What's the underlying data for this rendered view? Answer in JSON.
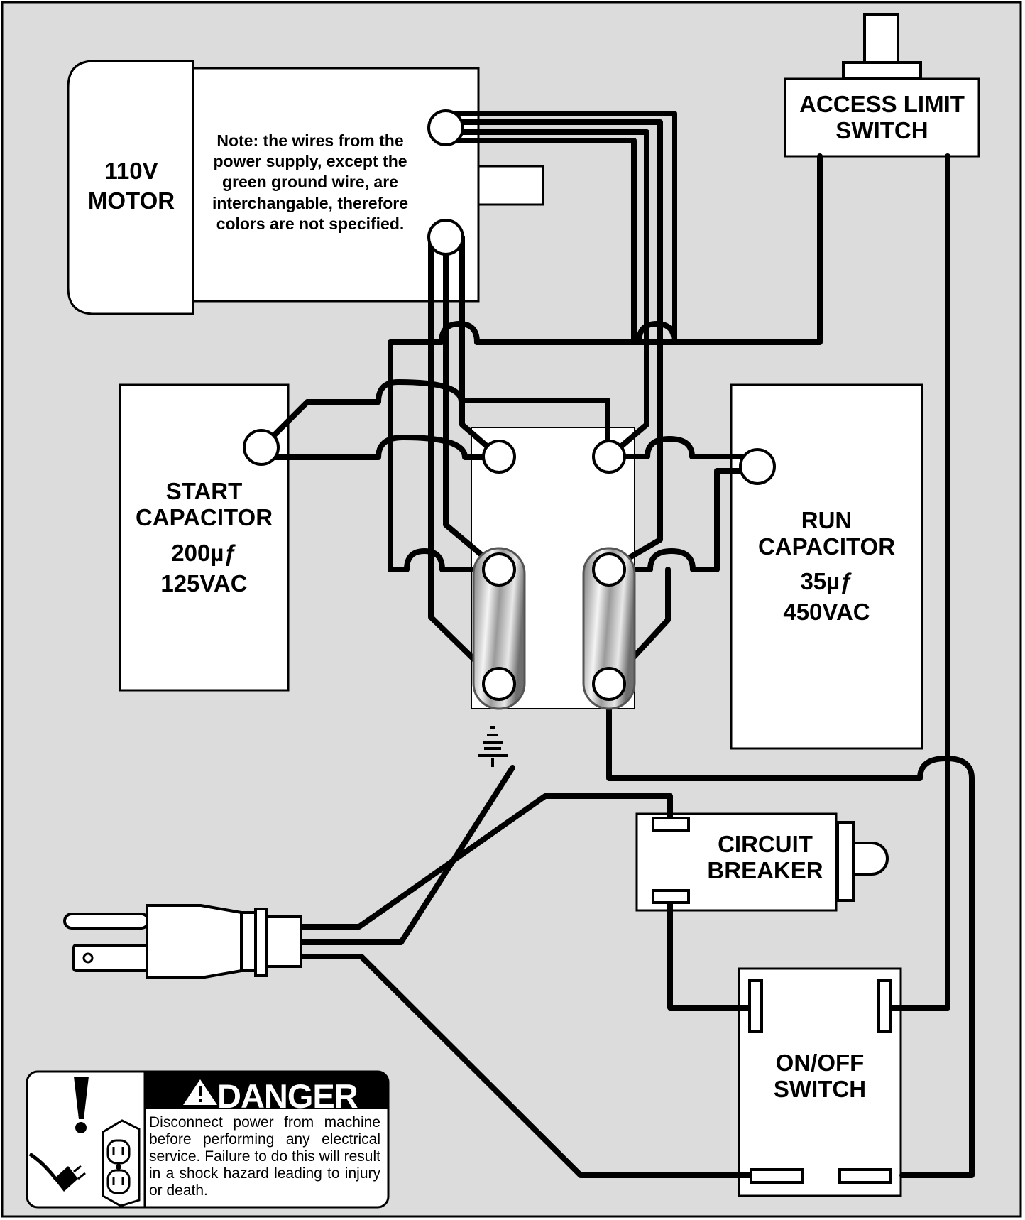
{
  "motor": {
    "line1": "110V",
    "line2": "MOTOR"
  },
  "note": {
    "text": "Note: the  wires from the power supply, except the green ground wire, are interchangable, therefore colors are not specified."
  },
  "access_limit_switch": {
    "label": "ACCESS LIMIT\nSWITCH"
  },
  "start_capacitor": {
    "name": "START\nCAPACITOR",
    "capacitance": "200µƒ",
    "voltage": "125VAC"
  },
  "run_capacitor": {
    "name": "RUN\nCAPACITOR",
    "capacitance": "35µƒ",
    "voltage": "450VAC"
  },
  "circuit_breaker": {
    "label": "CIRCUIT\nBREAKER"
  },
  "on_off_switch": {
    "label": "ON/OFF\nSWITCH"
  },
  "danger": {
    "title": "DANGER",
    "text": "Disconnect power from machine before performing any electrical service. Failure to do this will result in a shock hazard leading to injury or death."
  },
  "colors": {
    "background": "#dcdcdc",
    "wire": "#000000",
    "component_fill": "#ffffff"
  }
}
